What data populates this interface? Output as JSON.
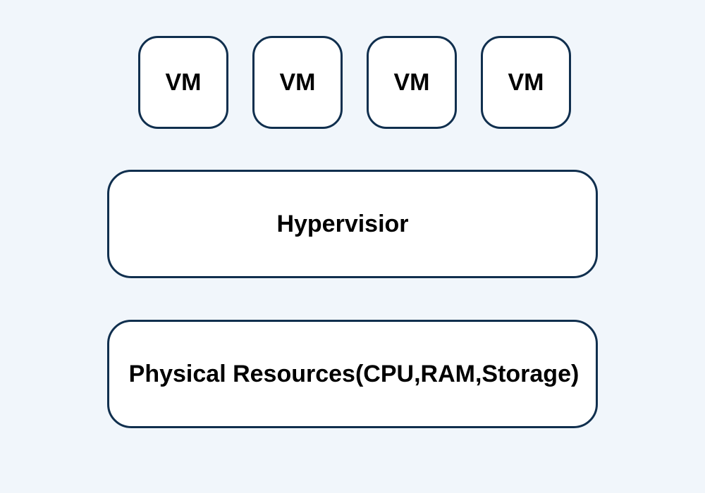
{
  "diagram": {
    "vms": [
      {
        "label": "VM"
      },
      {
        "label": "VM"
      },
      {
        "label": "VM"
      },
      {
        "label": "VM"
      }
    ],
    "hypervisor_label": "Hypervisior",
    "physical_label": "Physical Resources(CPU,RAM,Storage)"
  },
  "colors": {
    "background": "#f1f6fb",
    "box_fill": "#ffffff",
    "box_border": "#102f4e",
    "text": "#000000"
  }
}
